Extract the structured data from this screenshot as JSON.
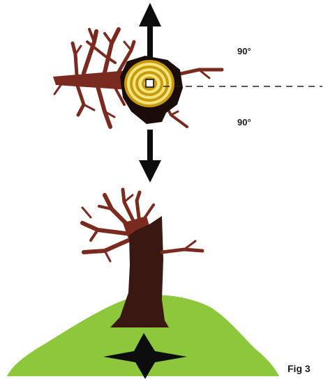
{
  "labels": {
    "angle_top": "90°",
    "angle_bottom": "90°",
    "figure": "Fig 3"
  },
  "colors": {
    "bark": "#7a2a1e",
    "trunk": "#3a1812",
    "grass": "#8dc83c",
    "rings_dark": "#c89a10",
    "rings_light": "#f2e57a",
    "stump_shadow": "#1a0c08",
    "arrow": "#0d0d0d"
  },
  "icons": {
    "up_arrow": "arrow-up-icon",
    "down_arrow": "arrow-down-icon",
    "base_arrow": "arrow-down-large-icon"
  }
}
